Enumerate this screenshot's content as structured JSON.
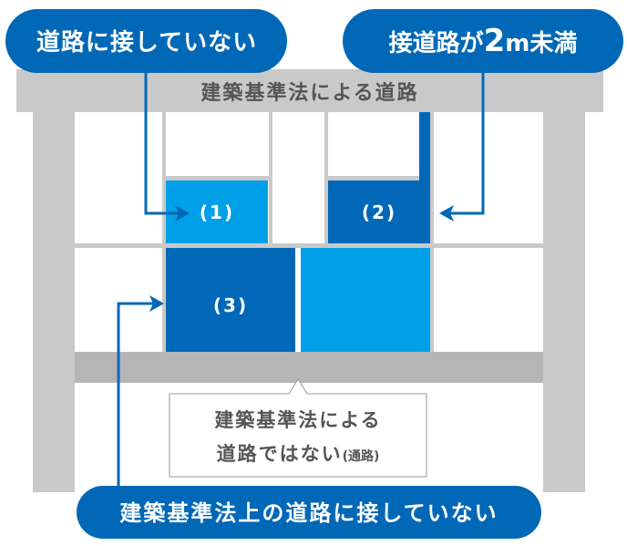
{
  "colors": {
    "dark_blue": "#0068b7",
    "light_blue": "#00a0e9",
    "road_gray": "#c9c9c9",
    "bottom_road_gray": "#b5b5b5"
  },
  "labels": {
    "top_left_callout": "道路に接していない",
    "top_right_callout_prefix": "接道路が",
    "top_right_callout_number": "2",
    "top_right_callout_suffix": "m未満",
    "main_road": "建築基準法による道路",
    "plot_1": "(1)",
    "plot_2": "(2)",
    "plot_3": "(3)",
    "passage_line1": "建築基準法による",
    "passage_line2": "道路ではない",
    "passage_note": "(通路)",
    "bottom_callout": "建築基準法上の道路に接していない"
  }
}
